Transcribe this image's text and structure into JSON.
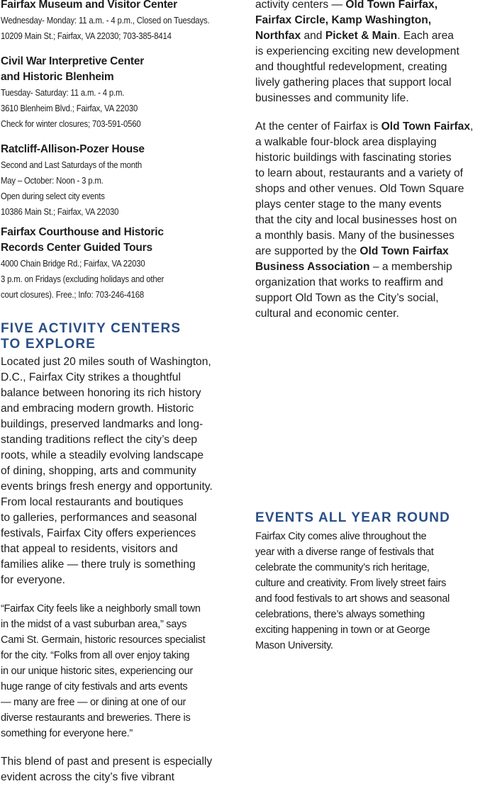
{
  "venues": [
    {
      "name_lines": [
        "Fairfax Museum and Visitor Center"
      ],
      "details": [
        "Wednesday- Monday: 11 a.m. - 4 p.m., Closed on Tuesdays.",
        "10209 Main St.; Fairfax, VA 22030; 703-385-8414"
      ]
    },
    {
      "name_lines": [
        "Civil War Interpretive Center",
        "and Historic Blenheim"
      ],
      "details": [
        "Tuesday- Saturday: 11 a.m. - 4 p.m.",
        "3610 Blenheim Blvd.; Fairfax, VA 22030",
        "Check for winter closures; 703-591-0560"
      ]
    },
    {
      "name_lines": [
        "Ratcliff-Allison-Pozer House"
      ],
      "details": [
        "Second and Last Saturdays of the month",
        "May – October: Noon - 3 p.m.",
        "Open during select city events",
        "10386 Main St.; Fairfax, VA 22030"
      ]
    },
    {
      "name_lines": [
        "Fairfax Courthouse and Historic",
        "Records Center Guided Tours"
      ],
      "details": [
        "4000 Chain Bridge Rd.; Fairfax, VA 22030",
        "3 p.m. on Fridays (excluding holidays and other",
        "court closures). Free.; Info: 703-246-4168"
      ]
    }
  ],
  "five_centers": {
    "heading_lines": [
      "FIVE ACTIVITY CENTERS",
      "TO EXPLORE"
    ],
    "intro_lines": [
      "Located just 20 miles south of Washington,",
      "D.C., Fairfax City strikes a thoughtful",
      "balance between honoring its rich history",
      "and embracing modern growth. Historic",
      "buildings, preserved landmarks and long-",
      "standing traditions reflect the city’s deep",
      "roots, while a steadily evolving landscape",
      "of dining, shopping, arts and community",
      "events brings fresh energy and opportunity.",
      "From local restaurants and boutiques",
      "to galleries, performances and seasonal",
      "festivals, Fairfax City offers experiences",
      "that appeal to residents, visitors and",
      "families alike — there truly is something",
      "for everyone."
    ],
    "quote_lines": [
      "“Fairfax City feels like a neighborly small town",
      "in the midst of a vast suburban area,” says",
      "Cami St. Germain, historic resources specialist",
      "for the city. “Folks from all over enjoy taking",
      "in our unique historic sites, experiencing our",
      "huge range of city festivals and arts events",
      "— many are free — or dining at one of our",
      "diverse restaurants and breweries. There is",
      "something for everyone here.”"
    ],
    "blend_lines": [
      "This blend of past and present is especially",
      "evident across the city’s five vibrant"
    ]
  },
  "right": {
    "centers_text": {
      "l1_plain": "activity centers — ",
      "l1_bold": "Old Town Fairfax,",
      "l2_bold": "Fairfax Circle, Kamp Washington,",
      "l3_bold_a": "Northfax",
      "l3_plain": " and ",
      "l3_bold_b": "Picket & Main",
      "l3_tail": ". Each area",
      "rest": [
        "is experiencing exciting new development",
        "and thoughtful redevelopment, creating",
        "lively gathering places that support local",
        "businesses and community life."
      ]
    },
    "old_town": {
      "l1_plain": "At the center of Fairfax is ",
      "l1_bold": "Old Town Fairfax",
      "l1_tail": ",",
      "mid": [
        "a walkable four-block area displaying",
        "historic buildings with fascinating stories",
        "to learn about, restaurants and a variety of",
        "shops and other venues. Old Town Square",
        "plays center stage to the many events",
        "that the city and local businesses host on",
        "a monthly basis. Many of the businesses"
      ],
      "l9_plain": "are supported by the ",
      "l9_bold": "Old Town Fairfax",
      "l10_bold": "Business Association",
      "l10_tail": " – a membership",
      "end": [
        "organization that works to reaffirm and",
        "support Old Town as the City’s social,",
        "cultural and economic center."
      ]
    },
    "events": {
      "heading": "EVENTS ALL YEAR ROUND",
      "lines": [
        "Fairfax City comes alive throughout the",
        "year with a diverse range of festivals that",
        "celebrate the community’s rich heritage,",
        "culture and creativity. From lively street fairs",
        "and food festivals to art shows and seasonal",
        "celebrations, there’s always something",
        "exciting happening in town or at George",
        "Mason University."
      ]
    }
  }
}
